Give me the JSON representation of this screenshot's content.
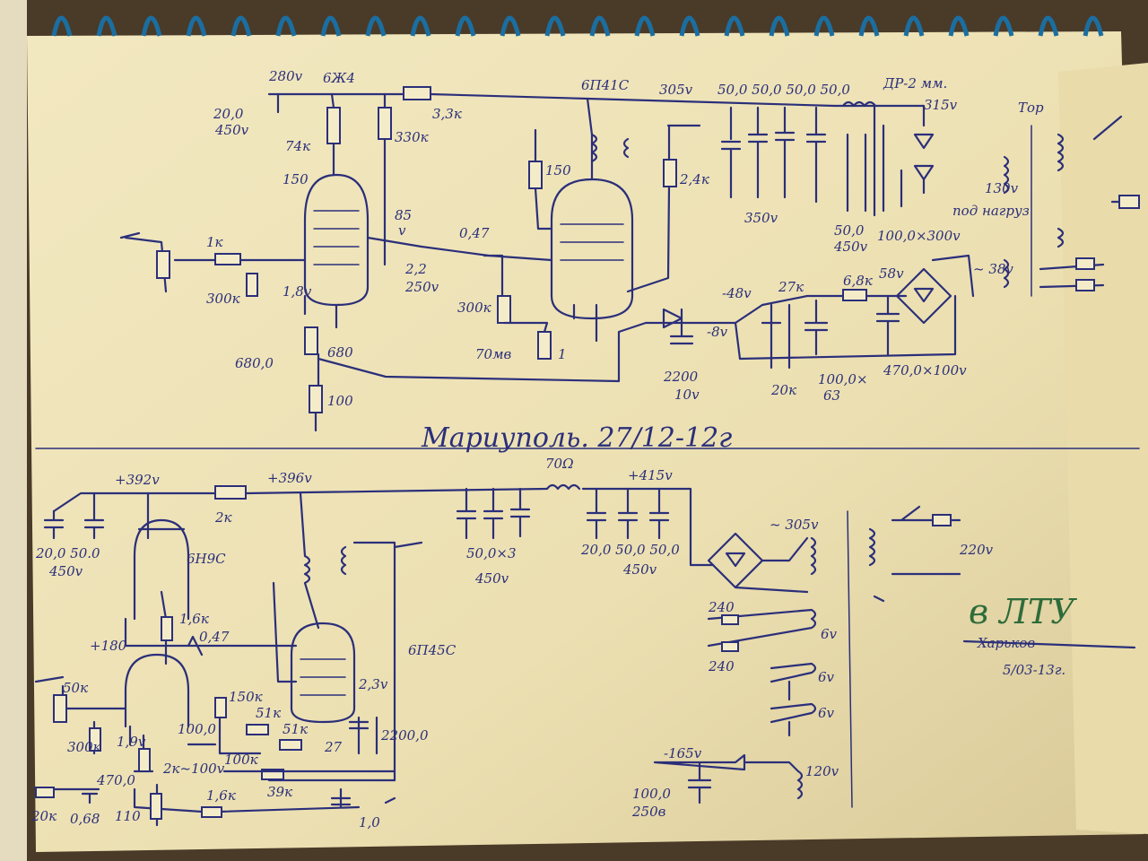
{
  "top": {
    "tube1": "6Ж4",
    "v280": "280v",
    "cap20": "20,0",
    "cap20v": "450v",
    "r74k": "74к",
    "r330k": "330к",
    "r33k": "3,3к",
    "v150": "150",
    "v85": "85",
    "v85u": "v",
    "c22": "2,2",
    "c22v": "250v",
    "r1k": "1к",
    "r300k": "300к",
    "v18": "1,8v",
    "c047": "0,47",
    "r680c": "680,0",
    "r680": "680",
    "r100": "100",
    "tube2": "6П41С",
    "v305": "305v",
    "caps": "50,0 50,0 50,0 50,0",
    "choke": "ДР-2 мм.",
    "v315": "315v",
    "tor": "Тор",
    "r150": "150",
    "r24k": "2,4к",
    "c350v": "350v",
    "r300k2": "300к",
    "v70mv": "70мв",
    "v1": "1",
    "c500": "50,0",
    "c500v": "450v",
    "c100x300": "100,0×300v",
    "v130": "130v",
    "podnagr": "под нагруз",
    "vm48": "-48v",
    "r27k": "27к",
    "r68k": "6,8к",
    "v58": "58v",
    "v38": "~ 38v",
    "vm8": "-8v",
    "c2200": "2200",
    "c2200v": "10v",
    "r20k": "20к",
    "c100x63": "100,0×",
    "c63": "63",
    "c470": "470,0×100v"
  },
  "title": "Мариуполь. 27/12-12г",
  "bottom": {
    "v392": "+392v",
    "v396": "+396v",
    "r70": "70Ω",
    "v415": "+415v",
    "r2k": "2к",
    "c20_50": "20,0  50.0",
    "c450v": "450v",
    "tube3": "6Н9С",
    "caps3": "50,0×3",
    "caps3v": "450v",
    "caps_b": "20,0  50,0  50,0",
    "caps_bv": "450v",
    "v305b": "~ 305v",
    "v220": "220v",
    "r16k": "1,6к",
    "v180": "+180",
    "c047b": "0,47",
    "tube4": "6П45С",
    "r240a": "240",
    "r240b": "240",
    "v6a": "6v",
    "v6b": "6v",
    "v6c": "6v",
    "r50k": "50к",
    "r150k": "150к",
    "v23": "2,3v",
    "r51k": "51к",
    "r51k2": "51к",
    "c100": "100,0",
    "r300kb": "300к",
    "v19": "1,9v",
    "c470b": "470,0",
    "r2k100": "2к~100v",
    "r100k": "100к",
    "v27": "27",
    "c2200b": "2200,0",
    "r39k": "39к",
    "vm165": "-165v",
    "v120": "120v",
    "r20kb": "20к",
    "c068": "0,68",
    "r110": "110",
    "r16kb": "1,6к",
    "c10": "1,0",
    "c100b": "100,0",
    "c250v": "250в"
  },
  "note": {
    "place": "в ЛТУ",
    "crossed": "Харьков",
    "date": "5/03-13г."
  },
  "colors": {
    "paper": "#efe4b8",
    "ink": "#2b2f7a",
    "green": "#2f6b3a",
    "spiral": "#1b6ea0"
  }
}
